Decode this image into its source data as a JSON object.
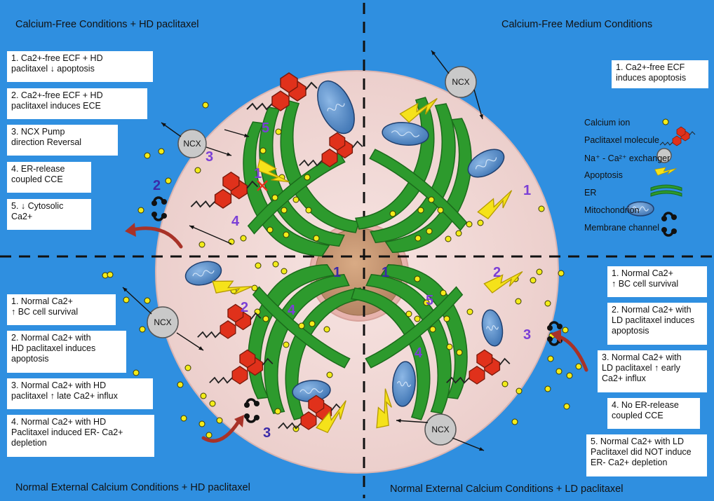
{
  "quadrants": {
    "top_left": {
      "title": "Calcium-Free Conditions + HD paclitaxel",
      "notes": [
        "1. Ca2+-free ECF + HD\npaclitaxel ↓ apoptosis",
        "2. Ca2+-free ECF + HD\npaclitaxel induces ECE",
        "3. NCX Pump\ndirection Reversal",
        "4. ER-release\ncoupled CCE",
        "5. ↓ Cytosolic\nCa2+"
      ]
    },
    "top_right": {
      "title": "Calcium-Free Medium Conditions",
      "notes": [
        "1. Ca2+-free ECF\ninduces apoptosis"
      ]
    },
    "bottom_left": {
      "title": "Normal  External Calcium Conditions + HD paclitaxel",
      "notes": [
        "1. Normal Ca2+\n↑ BC cell survival",
        "2. Normal Ca2+ with\nHD paclitaxel induces\napoptosis",
        "3. Normal Ca2+ with HD\npaclitaxel ↑ late Ca2+ influx",
        "4. Normal Ca2+ with HD\nPaclitaxel induced ER- Ca2+\ndepletion"
      ]
    },
    "bottom_right": {
      "title": "Normal External Calcium Conditions + LD paclitaxel",
      "notes": [
        "1. Normal Ca2+\n↑ BC cell survival",
        "2. Normal Ca2+ with\nLD paclitaxel induces\napoptosis",
        "3. Normal Ca2+ with\nLD paclitaxel ↑ early\nCa2+ influx",
        "4. No ER-release\ncoupled CCE",
        "5. Normal Ca2+ with LD\nPaclitaxel did NOT induce\n ER- Ca2+ depletion"
      ]
    }
  },
  "legend": {
    "calcium_ion": "Calcium ion",
    "paclitaxel": "Paclitaxel molecule",
    "ncx": "Na⁺ - Ca²⁺ exchanger",
    "apoptosis": "Apoptosis",
    "er": "ER",
    "mito": "Mitochondrion",
    "channel": "Membrane channel"
  },
  "ncx_label": "NCX",
  "markers": {
    "tl_1": "1",
    "tl_2": "2",
    "tl_3": "3",
    "tl_4": "4",
    "tl_5": "5",
    "tr_1": "1",
    "nucleus_left": "1",
    "nucleus_right": "1",
    "bl_2": "2",
    "bl_3": "3",
    "bl_4": "4",
    "br_2": "2",
    "br_3": "3",
    "br_4": "4",
    "br_5": "5"
  },
  "colors": {
    "background": "#2f8fe0",
    "cell": "#f2d8d6",
    "nucleus": "#c79a78",
    "er": "#2d9a2d",
    "mito": "#5d94cf",
    "calcium": "#f3ec1a",
    "paclitaxel": "#e0311b",
    "ncx": "#c9c9c9",
    "apoptosis": "#f5e21a",
    "marker": "#7b3fd6",
    "arrow_red": "#a83228"
  }
}
